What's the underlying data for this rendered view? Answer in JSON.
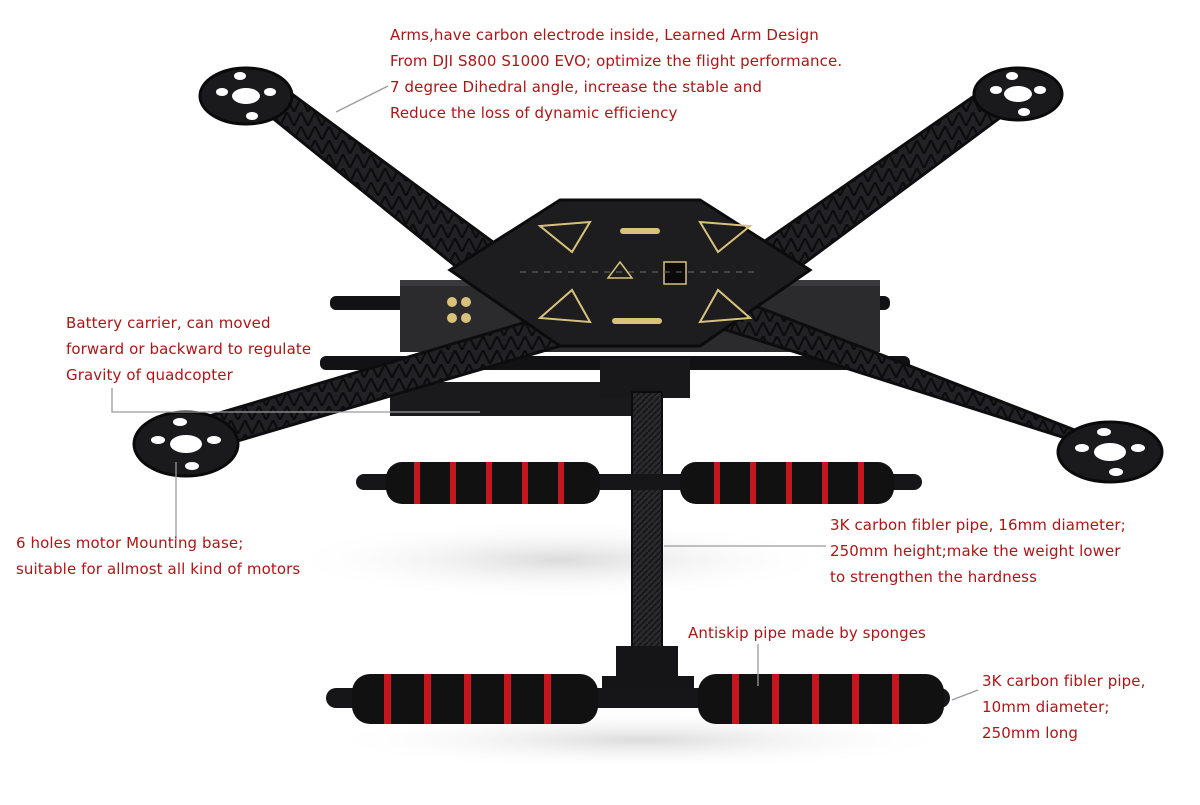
{
  "image": {
    "subject": "quadcopter-frame-with-landing-gear"
  },
  "colors": {
    "annotation_text": "#b01515",
    "leader_line": "#9a9a9a",
    "frame": "#1c1c1e",
    "foam": "#111111",
    "foam_ring": "#c4161c",
    "plate_marking": "#d8c27a"
  },
  "callouts": {
    "arms": {
      "line1": "Arms,have carbon electrode inside, Learned Arm Design",
      "line2": "From DJI S800 S1000 EVO; optimize the flight performance.",
      "line3": "7 degree Dihedral angle, increase the stable and",
      "line4": "Reduce the loss of dynamic efficiency"
    },
    "battery": {
      "line1": "Battery carrier, can moved",
      "line2": "forward or backward to regulate",
      "line3": "Gravity of quadcopter"
    },
    "motor_base": {
      "line1": "6 holes motor Mounting base;",
      "line2": "suitable for allmost all kind of motors"
    },
    "pipe_16mm": {
      "line1": "3K carbon fibler pipe, 16mm diameter;",
      "line2": "250mm height;make the weight lower",
      "line3": "to strengthen the hardness"
    },
    "antiskip": {
      "line1": "Antiskip pipe made by sponges"
    },
    "pipe_10mm": {
      "line1": "3K carbon fibler pipe,",
      "line2": "10mm diameter;",
      "line3": "250mm long"
    }
  }
}
